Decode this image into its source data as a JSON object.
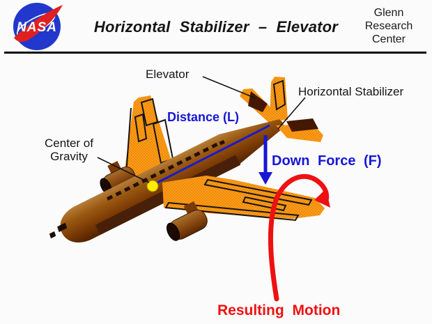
{
  "header": {
    "nasa_logo_text": "NASA",
    "title": "Horizontal Stabilizer – Elevator",
    "org_line1": "Glenn",
    "org_line2": "Research",
    "org_line3": "Center"
  },
  "diagram": {
    "label_elevator": "Elevator",
    "label_horizontal_stabilizer": "Horizontal Stabilizer",
    "label_center_of_gravity_1": "Center of",
    "label_center_of_gravity_2": "Gravity",
    "label_distance": "Distance (L)",
    "label_down_force": "Down Force (F)",
    "label_resulting_motion": "Resulting Motion"
  },
  "colors": {
    "label_blue": "#1616D6",
    "arrow_red": "#EE1111",
    "airframe_orange": "#EE8A0C",
    "fuselage_brown": "#8A4A10",
    "elevator_dark_brown": "#451803",
    "cg_yellow": "#FFEC00",
    "nasa_blue": "#2238CC",
    "nasa_red": "#E02020",
    "background": "#FFFFFF"
  }
}
